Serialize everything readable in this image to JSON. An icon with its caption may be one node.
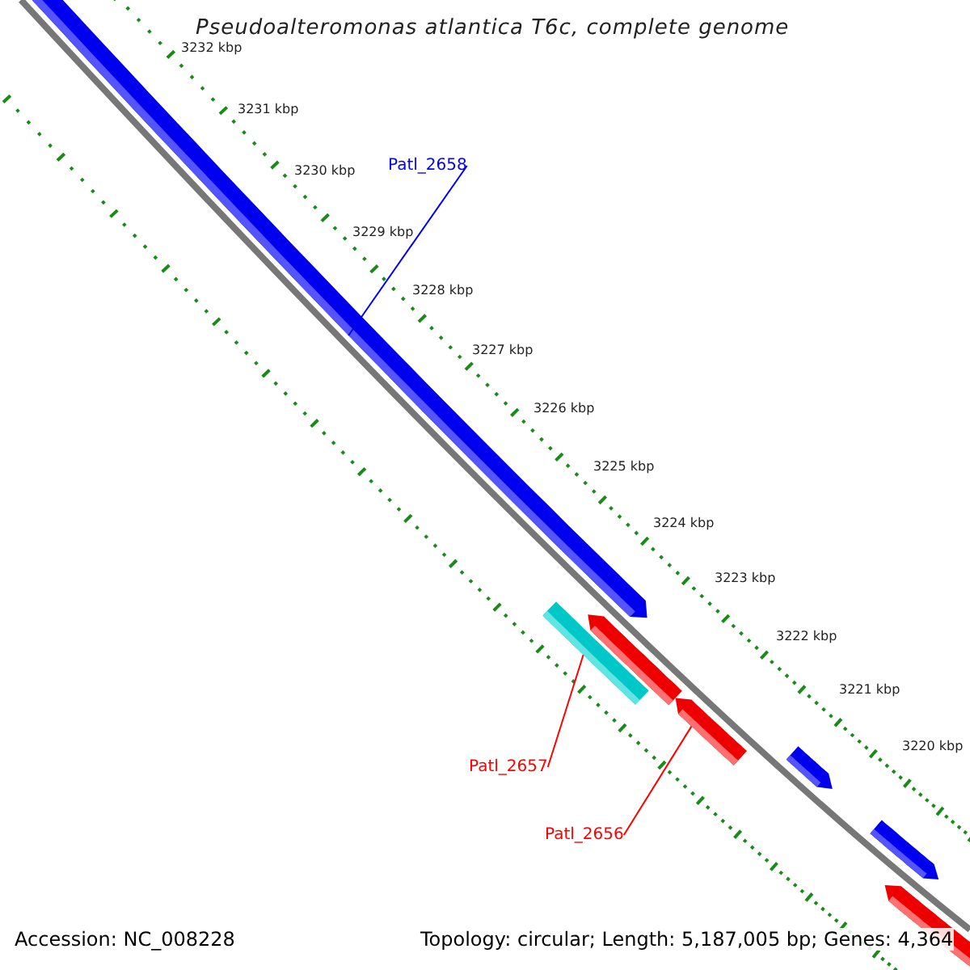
{
  "diagram": {
    "title": "Pseudoalteromonas atlantica T6c, complete genome",
    "nodes": [
      {
        "text": [
          "Patl_2658"
        ]
      },
      {
        "text": [],
        "shape": "pentagon"
      },
      {
        "text": [],
        "shape": "pentagon"
      },
      {
        "text": [],
        "shape": "bar"
      },
      {
        "text": [],
        "shape": "pentagon"
      },
      {
        "text": [],
        "shape": "pentagon"
      },
      {
        "text": [
          "Patl_2657"
        ]
      },
      {
        "text": [],
        "shape": "pentagon"
      },
      {
        "text": [
          "Patl_2656"
        ]
      },
      {
        "text": [],
        "shape": "pentagon"
      }
    ],
    "edges": [
      {
        "from": 0,
        "to": 1,
        "arrow": "none",
        "color": "#0000ff"
      },
      {
        "from": 6,
        "to": 3,
        "arrow": "none"
      },
      {
        "from": 8,
        "to": 4,
        "arrow": "none"
      }
    ],
    "labels": [
      "3232 kbp",
      "3231 kbp",
      "3230 kbp",
      "3229 kbp",
      "3228 kbp",
      "3227 kbp",
      "3226 kbp",
      "3225 kbp",
      "3224 kbp",
      "3223 kbp",
      "3222 kbp",
      "3221 kbp",
      "3220 kbp",
      "Accession: NC_008228",
      "Topology: circular; Length: 5,187,005 bp; Genes: 4,364"
    ]
  }
}
